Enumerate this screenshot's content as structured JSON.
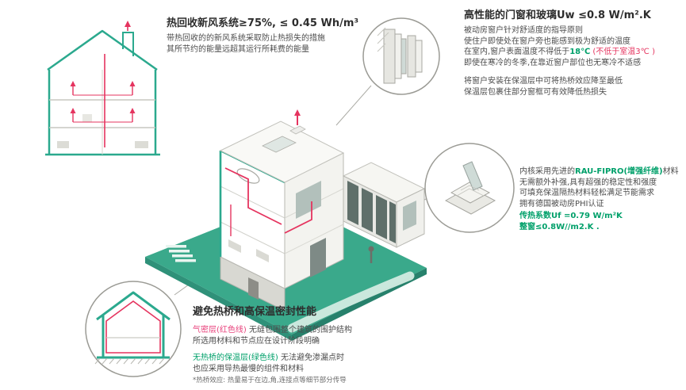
{
  "colors": {
    "teal": "#2ba98e",
    "red": "#e5345f",
    "green": "#00a06a",
    "pink": "#e8427c",
    "platform_teal": "#3aa98b"
  },
  "heat_recovery": {
    "title": "热回收新风系统≥75%, ≤ 0.45 Wh/m³",
    "body1": "带热回收的的新风系统采取防止热损失的措施",
    "body2": "其所节约的能量远超其运行所耗费的能量"
  },
  "windows": {
    "title": "高性能的门窗和玻璃Uw ≤0.8 W/m².K",
    "body1": "被动房窗户针对舒适度的指导原则",
    "body2": "使住户即使处在窗户旁也能感到极为舒适的温度",
    "body3_pre": "在室内,窗户表面温度不得低于",
    "body3_temp": "18℃",
    "body3_note": " (不低于室温3℃ )",
    "body4": "即使在寒冷的冬季,在靠近窗户部位也无寒冷不适感",
    "body5": "将窗户安装在保温层中可将热桥效应降至最低",
    "body6": "保温层包裹住部分窗框可有效降低热损失"
  },
  "frame_profile": {
    "line1_pre": "内核采用先进的",
    "line1_highlight": "RAU-FIPRO(增强纤维)",
    "line1_post": "材料",
    "line2": "无需额外补强,具有超强的稳定性和强度",
    "line3": "可填充保温隔热材料轻松满足节能需求",
    "line4": "拥有德国被动房PHI认证",
    "line5": "传热系数Uf =0.79 W/m²K",
    "line6": "整窗≤0.8W//m2.K ."
  },
  "thermal": {
    "title": "避免热桥和高保温密封性能",
    "airtight_label": "气密层(红色线) ",
    "airtight_text": "无缝包围整个建筑的围护结构",
    "airtight_text2": "所选用材料和节点应在设计阶段明确",
    "insulation_label": "无热桥的保温层(绿色线) ",
    "insulation_text": "无法避免渗漏点时",
    "insulation_text2": "也应采用导热最慢的组件和材料",
    "footnote": "*热桥效应: 热量易于在边,角,连接点等细节部分传导"
  }
}
